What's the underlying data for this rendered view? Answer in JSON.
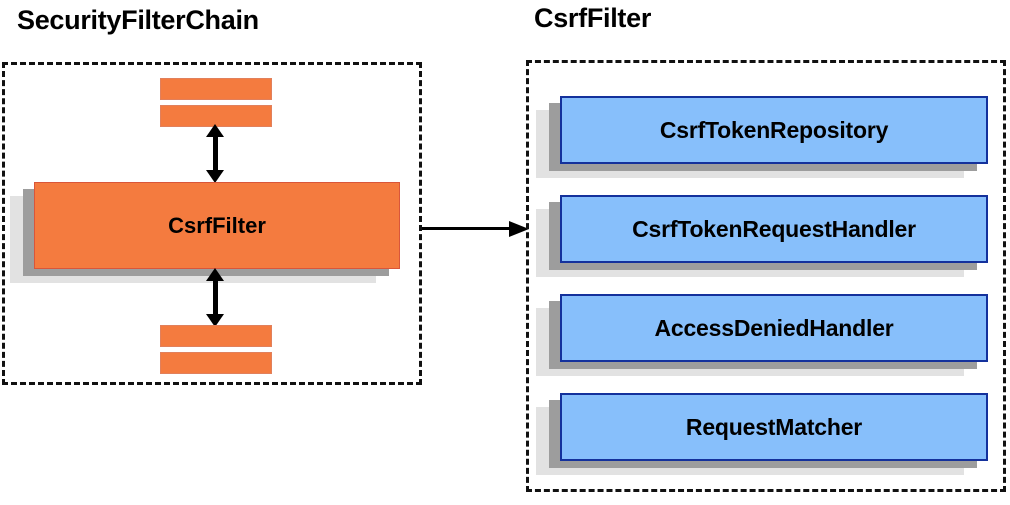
{
  "diagram": {
    "panels": [
      {
        "title": "SecurityFilterChain",
        "main_node": {
          "label": "CsrfFilter"
        },
        "filter_bars": [
          {
            "label": ""
          },
          {
            "label": ""
          },
          {
            "label": ""
          },
          {
            "label": ""
          }
        ]
      },
      {
        "title": "CsrfFilter",
        "nodes": [
          {
            "label": "CsrfTokenRepository"
          },
          {
            "label": "CsrfTokenRequestHandler"
          },
          {
            "label": "AccessDeniedHandler"
          },
          {
            "label": "RequestMatcher"
          }
        ]
      }
    ],
    "connector": {
      "label": "",
      "direction": "left-to-right"
    },
    "colors": {
      "orange_fill": "#f47b3f",
      "orange_border": "#d9563a",
      "blue_fill": "#87bffb",
      "blue_border": "#14319c",
      "shadow_near": "#9d9d9d",
      "shadow_far": "#e2e2e2",
      "panel_border": "#111111",
      "text": "#000000",
      "background": "#ffffff"
    }
  }
}
